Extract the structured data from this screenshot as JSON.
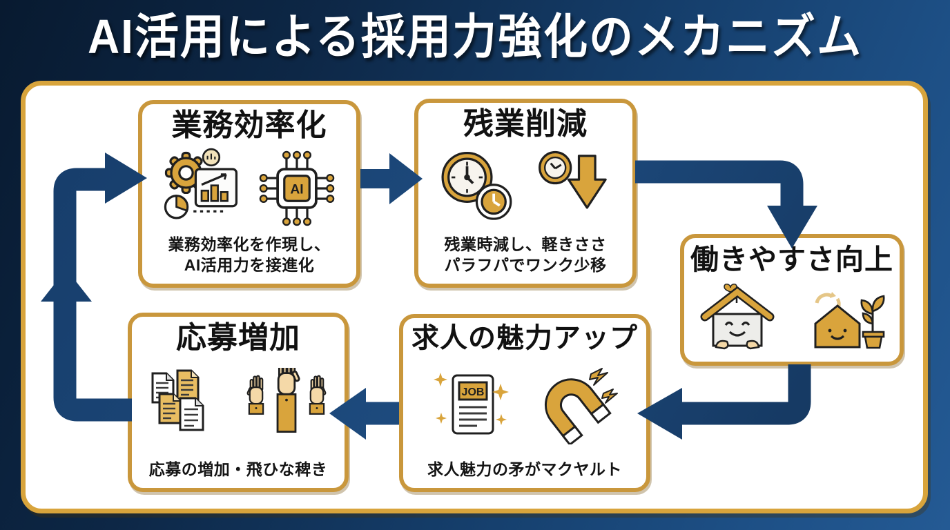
{
  "title": "AI活用による採用力強化のメカニズム",
  "boxes": [
    {
      "id": "efficiency",
      "title": "業務効率化",
      "subtitle_line1": "業務効率化を作現し、",
      "subtitle_line2": "AI活用力を接進化",
      "icons": [
        "gear-chart-icon",
        "ai-chip-icon"
      ],
      "chip_label": "AI"
    },
    {
      "id": "overtime-reduction",
      "title": "残業削減",
      "subtitle_line1": "残業時減し、軽きささ",
      "subtitle_line2": "パラフパでワンク少移",
      "icons": [
        "clocks-icon",
        "clock-down-arrow-icon"
      ]
    },
    {
      "id": "workability",
      "title": "働きやすさ向上",
      "icons": [
        "happy-house-icon",
        "house-plant-icon"
      ]
    },
    {
      "id": "job-appeal",
      "title": "求人の魅力アップ",
      "subtitle_line1": "求人魅力の矛がマクヤルト",
      "icons": [
        "job-posting-icon",
        "magnet-icon"
      ],
      "doc_label": "JOB"
    },
    {
      "id": "applications",
      "title": "応募増加",
      "subtitle_line1": "応募の増加・飛ひな稗き",
      "icons": [
        "documents-icon",
        "raised-hands-icon"
      ]
    }
  ],
  "flow_cycle": [
    "業務効率化",
    "残業削減",
    "働きやすさ向上",
    "求人の魅力アップ",
    "応募増加"
  ],
  "colors": {
    "background_dark": "#081a30",
    "background_light": "#245a94",
    "panel_border_gold": "#d8a43c",
    "box_border_gold": "#c9973c",
    "arrow_navy": "#1a4472",
    "icon_gold": "#d9a43c",
    "title_text": "#ffffff",
    "body_text": "#111111"
  }
}
